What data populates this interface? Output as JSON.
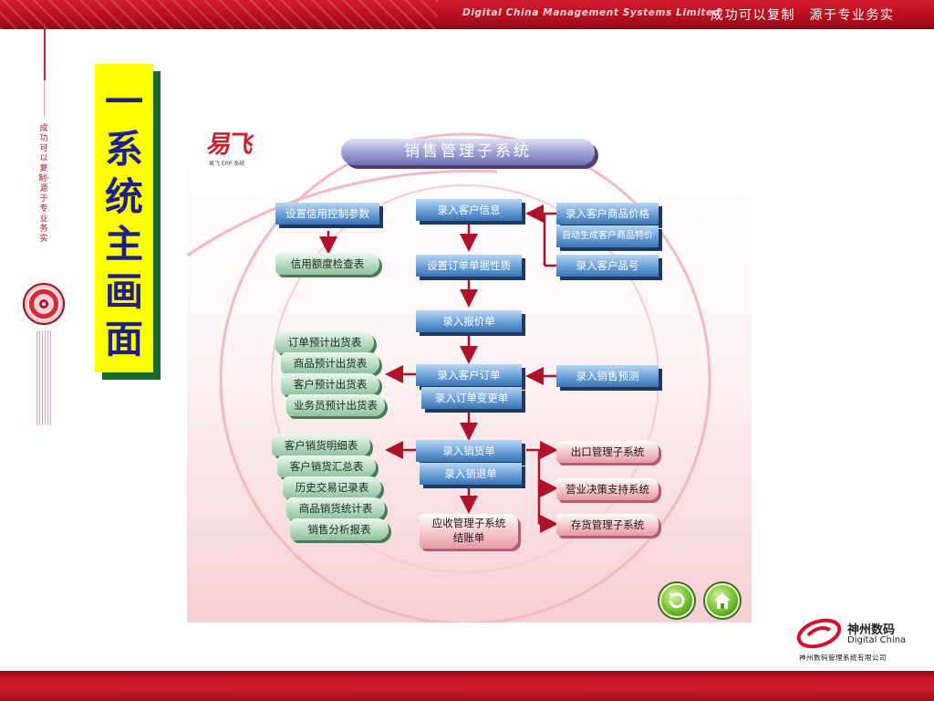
{
  "header": {
    "company_name": "Digital China Management Systems Limited",
    "slogan": "成功可以复制　源于专业务实"
  },
  "sidebar": {
    "vertical_slogan": "成功可以复制·源于专业务实",
    "icon": "cd-disc-icon"
  },
  "slide_title": "一系统主画面",
  "erp": {
    "logo_text": "易飞",
    "logo_subtext": "易飞 ERP 系统",
    "title": "销售管理子系统",
    "boxes": {
      "credit_params": "设置信用控制参数",
      "credit_check": "信用额度检查表",
      "customer_info": "录入客户信息",
      "order_props": "设置订单单据性质",
      "customer_price": "录入客户商品价格",
      "auto_price": "自动生成客户商品特价",
      "customer_item_no": "录入客户品号",
      "quotation": "录入报价单",
      "order_forecast": "订单预计出货表",
      "item_forecast": "商品预计出货表",
      "customer_forecast": "客户预计出货表",
      "salesman_forecast": "业务员预计出货表",
      "customer_order": "录入客户订单",
      "order_change": "录入订单变更单",
      "sales_forecast": "录入销售预测",
      "customer_sales_detail": "客户销货明细表",
      "customer_sales_summary": "客户销货汇总表",
      "history_trade": "历史交易记录表",
      "item_sales_stats": "商品销货统计表",
      "sales_analysis": "销售分析报表",
      "sales_slip": "录入销货单",
      "sales_return": "录入销退单",
      "export_system": "出口管理子系统",
      "decision_system": "营业决策支持系统",
      "inventory_system": "存货管理子系统",
      "ar_settlement_line1": "应收管理子系统",
      "ar_settlement_line2": "结账单"
    },
    "buttons": {
      "back_icon": "refresh-back-icon",
      "home_icon": "home-icon"
    }
  },
  "footer": {
    "logo_cn": "神州数码",
    "logo_en": "Digital China",
    "company_full": "神州数码管理系统有限公司"
  },
  "colors": {
    "brand_red": "#c8102e",
    "title_yellow": "#ffff00",
    "title_text": "#1f1f8c",
    "flow_arrow": "#b0122a"
  }
}
